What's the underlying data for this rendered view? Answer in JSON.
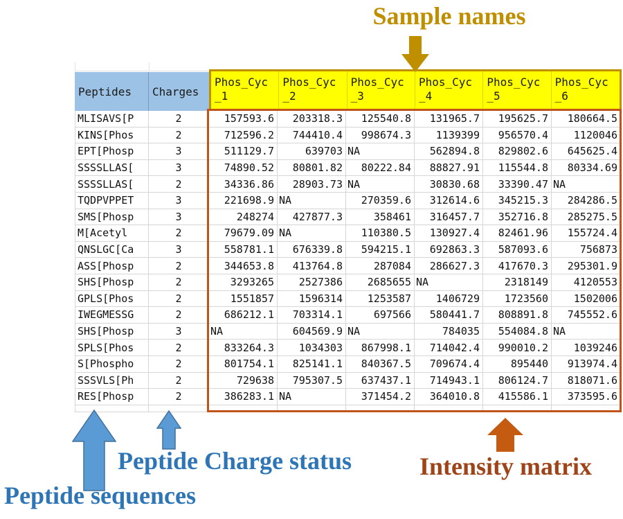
{
  "annotations": {
    "sample_names": {
      "label": "Sample names",
      "color": "#BF8F00"
    },
    "peptide_sequences": {
      "label": "Peptide sequences",
      "color": "#2E75B6"
    },
    "peptide_charge_status": {
      "label": "Peptide Charge status",
      "color": "#2E75B6"
    },
    "intensity_matrix": {
      "label": "Intensity matrix",
      "color": "#9E4418"
    }
  },
  "colors": {
    "header_blue": "#9CC2E5",
    "header_yellow": "#FFFF00",
    "yellow_border": "#BF8F00",
    "matrix_border": "#C0531A",
    "blue_arrow_fill": "#5B9BD5",
    "blue_arrow_stroke": "#41719C",
    "orange_arrow_fill": "#C55A11"
  },
  "table": {
    "peptides_header": "Peptides",
    "charges_header": "Charges",
    "sample_headers": [
      {
        "line1": "Phos_Cyc",
        "line2": "_1"
      },
      {
        "line1": "Phos_Cyc",
        "line2": "_2"
      },
      {
        "line1": "Phos_Cyc",
        "line2": "_3"
      },
      {
        "line1": "Phos_Cyc",
        "line2": "_4"
      },
      {
        "line1": "Phos_Cyc",
        "line2": "_5"
      },
      {
        "line1": "Phos_Cyc",
        "line2": "_6"
      }
    ],
    "rows": [
      {
        "peptide": "MLISAVS[P",
        "charge": "2",
        "values": [
          "157593.6",
          "203318.3",
          "125540.8",
          "131965.7",
          "195625.7",
          "180664.5"
        ]
      },
      {
        "peptide": "KINS[Phos",
        "charge": "2",
        "values": [
          "712596.2",
          "744410.4",
          "998674.3",
          "1139399",
          "956570.4",
          "1120046"
        ]
      },
      {
        "peptide": "EPT[Phosp",
        "charge": "3",
        "values": [
          "511129.7",
          "639703",
          "NA",
          "562894.8",
          "829802.6",
          "645625.4"
        ]
      },
      {
        "peptide": "SSSSLLAS[",
        "charge": "3",
        "values": [
          "74890.52",
          "80801.82",
          "80222.84",
          "88827.91",
          "115544.8",
          "80334.69"
        ]
      },
      {
        "peptide": "SSSSLLAS[",
        "charge": "2",
        "values": [
          "34336.86",
          "28903.73",
          "NA",
          "30830.68",
          "33390.47",
          "NA"
        ]
      },
      {
        "peptide": "TQDPVPPET",
        "charge": "3",
        "values": [
          "221698.9",
          "NA",
          "270359.6",
          "312614.6",
          "345215.3",
          "284286.5"
        ]
      },
      {
        "peptide": "SMS[Phosp",
        "charge": "3",
        "values": [
          "248274",
          "427877.3",
          "358461",
          "316457.7",
          "352716.8",
          "285275.5"
        ]
      },
      {
        "peptide": "M[Acetyl",
        "charge": "2",
        "values": [
          "79679.09",
          "NA",
          "110380.5",
          "130927.4",
          "82461.96",
          "155724.4"
        ]
      },
      {
        "peptide": "QNSLGC[Ca",
        "charge": "3",
        "values": [
          "558781.1",
          "676339.8",
          "594215.1",
          "692863.3",
          "587093.6",
          "756873"
        ]
      },
      {
        "peptide": "ASS[Phosp",
        "charge": "2",
        "values": [
          "344653.8",
          "413764.8",
          "287084",
          "286627.3",
          "417670.3",
          "295301.9"
        ]
      },
      {
        "peptide": "SHS[Phosp",
        "charge": "2",
        "values": [
          "3293265",
          "2527386",
          "2685655",
          "NA",
          "2318149",
          "4120553"
        ]
      },
      {
        "peptide": "GPLS[Phos",
        "charge": "2",
        "values": [
          "1551857",
          "1596314",
          "1253587",
          "1406729",
          "1723560",
          "1502006"
        ]
      },
      {
        "peptide": "IWEGMESSG",
        "charge": "2",
        "values": [
          "686212.1",
          "703314.1",
          "697566",
          "580441.7",
          "808891.8",
          "745552.6"
        ]
      },
      {
        "peptide": "SHS[Phosp",
        "charge": "3",
        "values": [
          "NA",
          "604569.9",
          "NA",
          "784035",
          "554084.8",
          "NA"
        ]
      },
      {
        "peptide": "SPLS[Phos",
        "charge": "2",
        "values": [
          "833264.3",
          "1034303",
          "867998.1",
          "714042.4",
          "990010.2",
          "1039246"
        ]
      },
      {
        "peptide": "S[Phospho",
        "charge": "2",
        "values": [
          "801754.1",
          "825141.1",
          "840367.5",
          "709674.4",
          "895440",
          "913974.4"
        ]
      },
      {
        "peptide": "SSSVLS[Ph",
        "charge": "2",
        "values": [
          "729638",
          "795307.5",
          "637437.1",
          "714943.1",
          "806124.7",
          "818071.6"
        ]
      },
      {
        "peptide": "RES[Phosp",
        "charge": "2",
        "values": [
          "386283.1",
          "NA",
          "371454.2",
          "364010.8",
          "415586.1",
          "373595.6"
        ]
      }
    ]
  }
}
